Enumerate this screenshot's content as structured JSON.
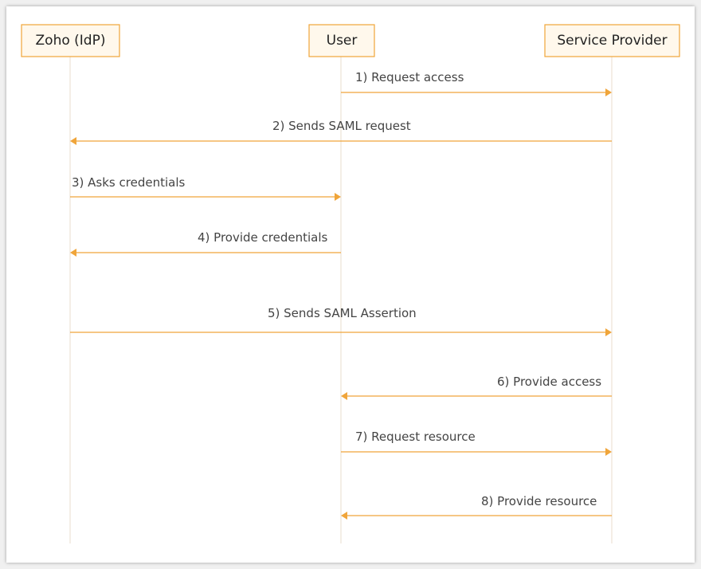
{
  "colors": {
    "accent": "#f0a53a",
    "actor_fill": "#fff8ec",
    "lifeline": "#e8dccd",
    "text": "#444444"
  },
  "actors": [
    {
      "id": "idp",
      "label": "Zoho (IdP)"
    },
    {
      "id": "user",
      "label": "User"
    },
    {
      "id": "sp",
      "label": "Service Provider"
    }
  ],
  "messages": [
    {
      "from": "user",
      "to": "sp",
      "label": "1) Request access"
    },
    {
      "from": "sp",
      "to": "idp",
      "label": "2) Sends SAML request"
    },
    {
      "from": "idp",
      "to": "user",
      "label": "3) Asks credentials"
    },
    {
      "from": "user",
      "to": "idp",
      "label": "4) Provide credentials"
    },
    {
      "from": "idp",
      "to": "sp",
      "label": "5) Sends SAML Assertion"
    },
    {
      "from": "sp",
      "to": "user",
      "label": "6) Provide access"
    },
    {
      "from": "user",
      "to": "sp",
      "label": "7) Request resource"
    },
    {
      "from": "sp",
      "to": "user",
      "label": "8) Provide resource"
    }
  ]
}
